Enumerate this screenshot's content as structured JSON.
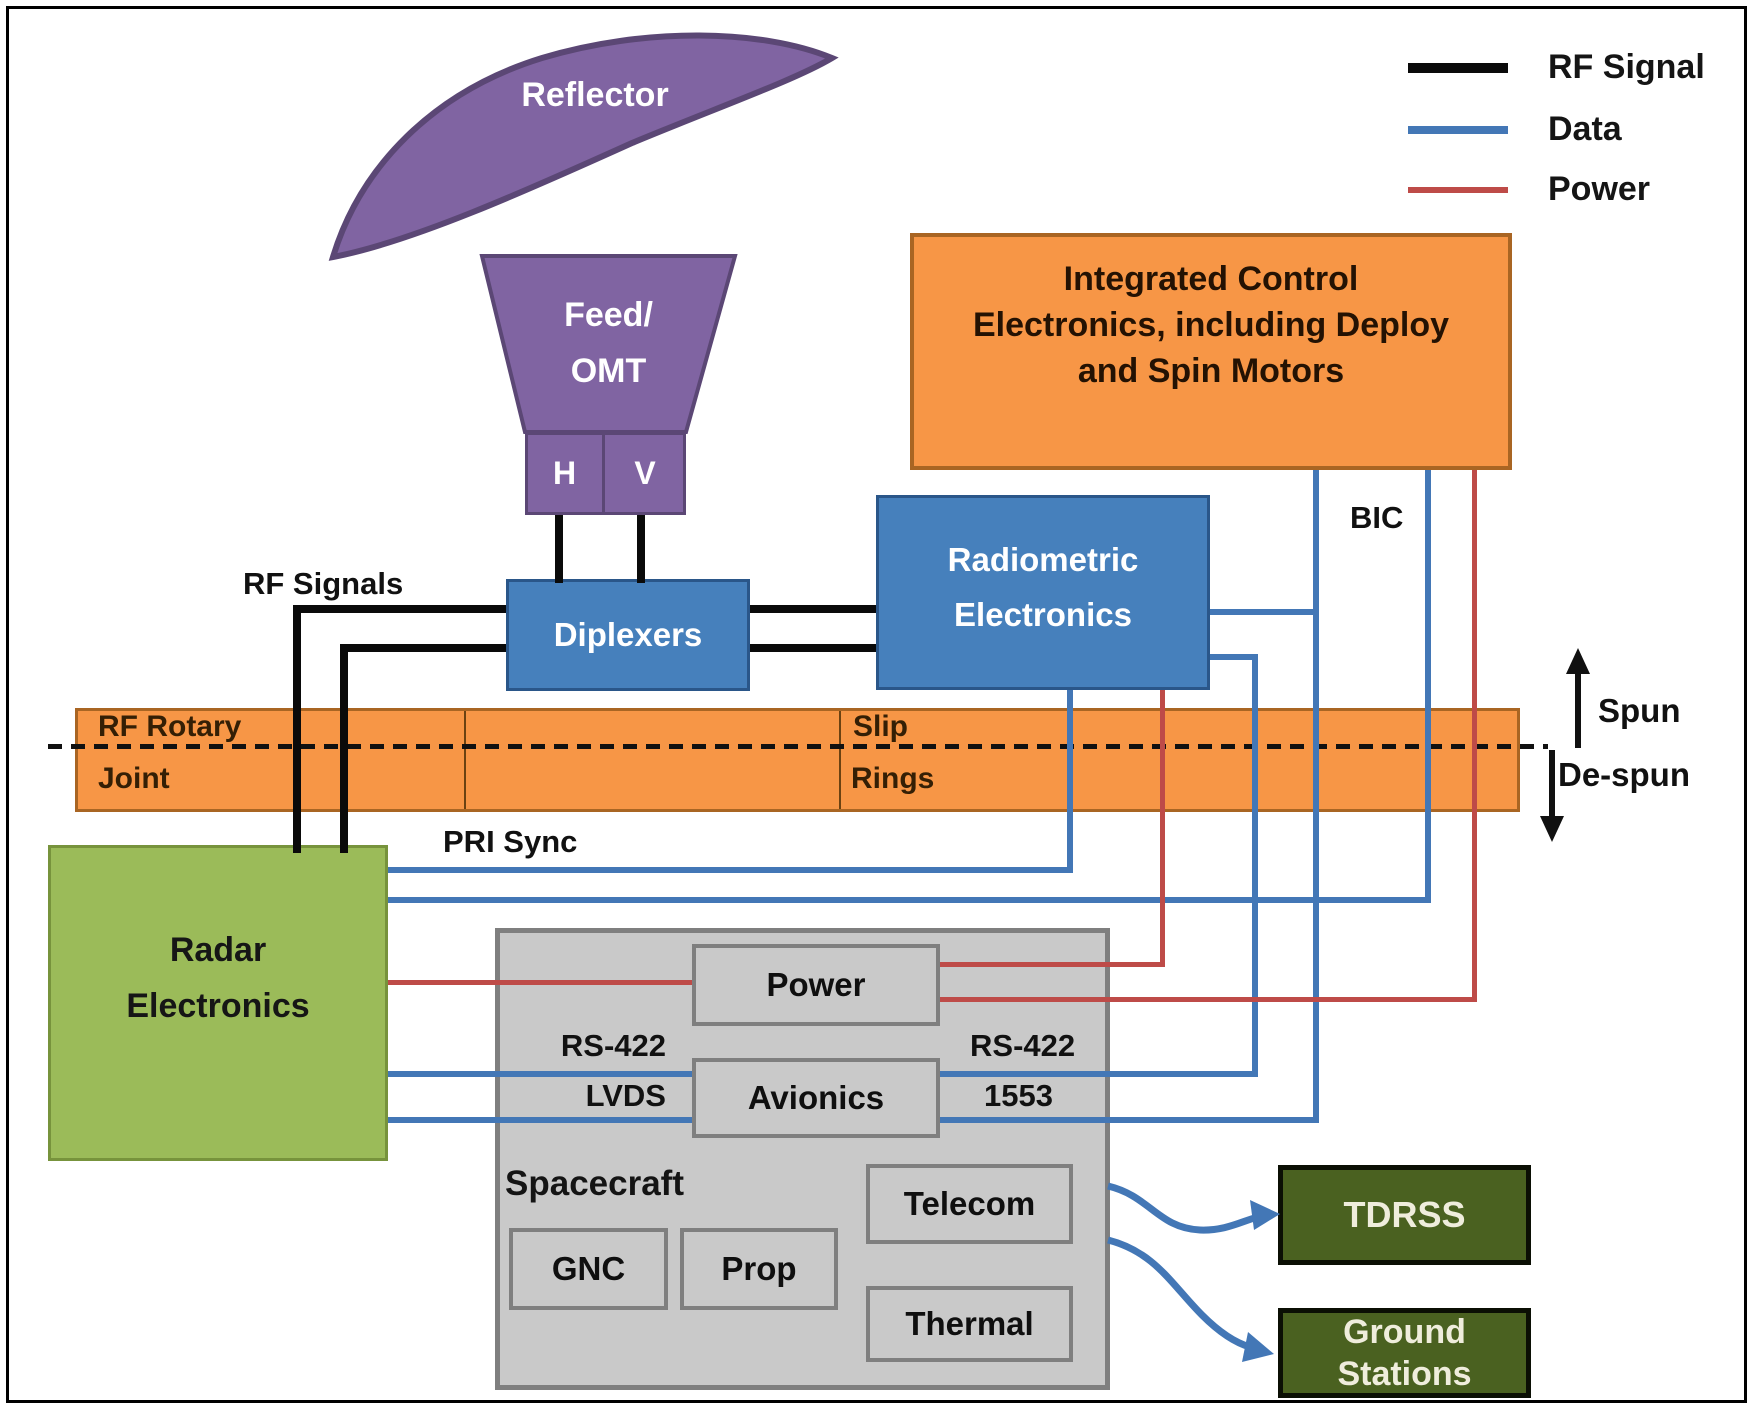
{
  "legend": {
    "items": [
      {
        "label": "RF Signal",
        "color": "#0a0a0a"
      },
      {
        "label": "Data",
        "color": "#4377B6"
      },
      {
        "label": "Power",
        "color": "#BE4B48"
      }
    ]
  },
  "nodes": {
    "reflector": {
      "label": "Reflector"
    },
    "feed": {
      "line1": "Feed/",
      "line2": "OMT",
      "port_h": "H",
      "port_v": "V"
    },
    "diplexers": {
      "label": "Diplexers"
    },
    "radiometric": {
      "line1": "Radiometric",
      "line2": "Electronics"
    },
    "ice": {
      "line1": "Integrated Control",
      "line2": "Electronics, including Deploy",
      "line3": "and Spin Motors"
    },
    "rotary_joint": {
      "line1": "RF Rotary",
      "line2": "Joint"
    },
    "slip_rings": {
      "line1": "Slip",
      "line2": "Rings"
    },
    "radar": {
      "line1": "Radar",
      "line2": "Electronics"
    },
    "spacecraft": {
      "label": "Spacecraft",
      "power": "Power",
      "avionics": "Avionics",
      "gnc": "GNC",
      "prop": "Prop",
      "telecom": "Telecom",
      "thermal": "Thermal"
    },
    "tdrss": {
      "label": "TDRSS"
    },
    "ground_stations": {
      "line1": "Ground",
      "line2": "Stations"
    }
  },
  "labels": {
    "rf_signals": "RF Signals",
    "pri_sync": "PRI Sync",
    "bic": "BIC",
    "spun": "Spun",
    "despun": "De-spun",
    "rs422_left": "RS-422",
    "lvds": "LVDS",
    "rs422_right": "RS-422",
    "bus1553": "1553"
  },
  "colors": {
    "purple": "#8064A2",
    "purple_border": "#5B4775",
    "blue_box": "#4680BC",
    "blue_box_border": "#2A5689",
    "orange": "#F79646",
    "orange_border": "#A96523",
    "green": "#9BBB59",
    "green_border": "#77933C",
    "dark_green": "#4A6120",
    "gray": "#C9C9C9",
    "gray_border": "#7F7F7F",
    "rf_line": "#0a0a0a",
    "data_line": "#4377B6",
    "power_line": "#BE4B48"
  }
}
